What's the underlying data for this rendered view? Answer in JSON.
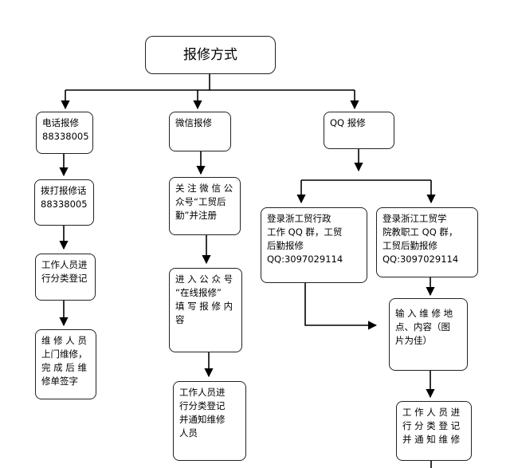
{
  "title": "报修方式",
  "phone": {
    "header_lines": [
      "电话报修",
      "88338005"
    ],
    "step1_lines": [
      "拨打报修话",
      "88338005"
    ],
    "step2_lines": [
      "工作人员进",
      "行分类登记"
    ],
    "step3_lines": [
      "维 修 人 员",
      "上门维修，",
      "完 成 后 维",
      "修单签字"
    ]
  },
  "wechat": {
    "header_lines": [
      "微信报修"
    ],
    "step1_lines": [
      "关 注 微 信 公",
      "众号“工贸后",
      "勤”并注册"
    ],
    "step2_lines": [
      "进 入 公 众 号",
      "“在线报修”",
      "填 写 报 修 内",
      "容"
    ],
    "step3_lines": [
      "工作人员进",
      "行分类登记",
      "并通知维修",
      "人员"
    ]
  },
  "qq": {
    "header_lines": [
      "QQ 报修"
    ],
    "left_lines": [
      "登录浙工贸行政",
      "工作 QQ 群，工贸",
      "后勤报修",
      "QQ:3097029114"
    ],
    "right_lines": [
      "登录浙江工贸学",
      "院教职工 QQ 群，",
      "工贸后勤报修",
      "QQ:3097029114"
    ],
    "input_lines": [
      "输 入 维 修 地",
      "点、内容（图",
      "片为佳）"
    ],
    "final_lines": [
      "工 作 人 员 进",
      "行 分 类 登 记",
      "并 通 知 维 修"
    ]
  }
}
